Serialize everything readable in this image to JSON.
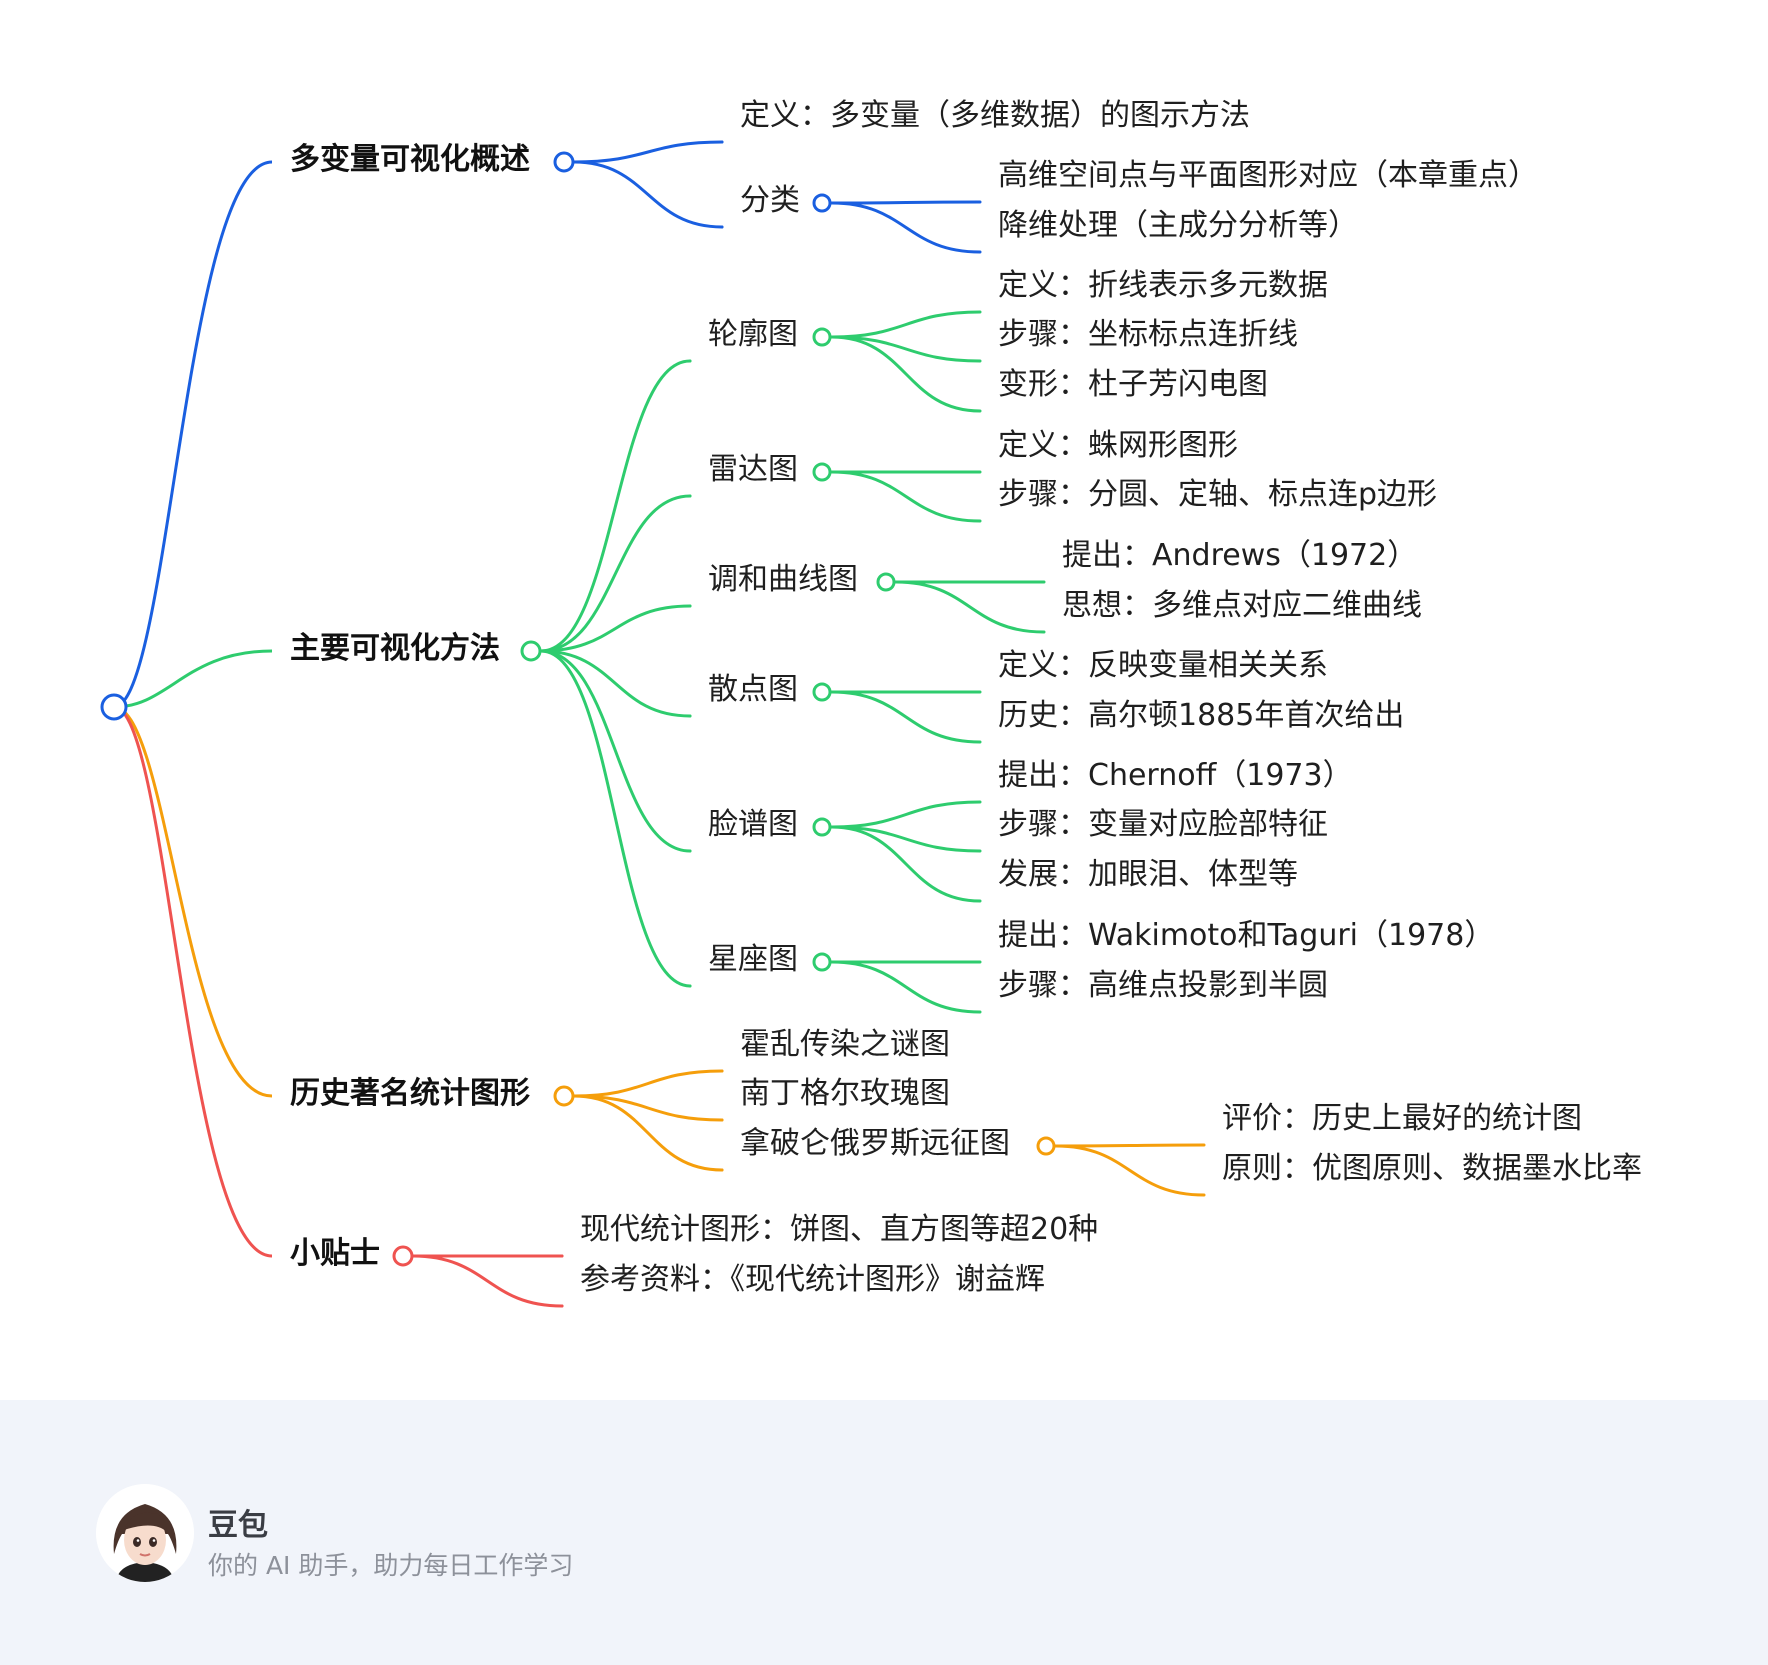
{
  "colors": {
    "blue": "#1a5fe0",
    "green": "#2ecc6e",
    "orange": "#f59e0b",
    "red": "#ef5350"
  },
  "mindmap": {
    "branches": [
      {
        "label": "多变量可视化概述",
        "color": "blue",
        "children": [
          {
            "label": "定义：多变量（多维数据）的图示方法"
          },
          {
            "label": "分类",
            "children": [
              {
                "label": "高维空间点与平面图形对应（本章重点）"
              },
              {
                "label": "降维处理（主成分分析等）"
              }
            ]
          }
        ]
      },
      {
        "label": "主要可视化方法",
        "color": "green",
        "children": [
          {
            "label": "轮廓图",
            "children": [
              {
                "label": "定义：折线表示多元数据"
              },
              {
                "label": "步骤：坐标标点连折线"
              },
              {
                "label": "变形：杜子芳闪电图"
              }
            ]
          },
          {
            "label": "雷达图",
            "children": [
              {
                "label": "定义：蛛网形图形"
              },
              {
                "label": "步骤：分圆、定轴、标点连p边形"
              }
            ]
          },
          {
            "label": "调和曲线图",
            "children": [
              {
                "label": "提出：Andrews（1972）"
              },
              {
                "label": "思想：多维点对应二维曲线"
              }
            ]
          },
          {
            "label": "散点图",
            "children": [
              {
                "label": "定义：反映变量相关关系"
              },
              {
                "label": "历史：高尔顿1885年首次给出"
              }
            ]
          },
          {
            "label": "脸谱图",
            "children": [
              {
                "label": "提出：Chernoff（1973）"
              },
              {
                "label": "步骤：变量对应脸部特征"
              },
              {
                "label": "发展：加眼泪、体型等"
              }
            ]
          },
          {
            "label": "星座图",
            "children": [
              {
                "label": "提出：Wakimoto和Taguri（1978）"
              },
              {
                "label": "步骤：高维点投影到半圆"
              }
            ]
          }
        ]
      },
      {
        "label": "历史著名统计图形",
        "color": "orange",
        "children": [
          {
            "label": "霍乱传染之谜图"
          },
          {
            "label": "南丁格尔玫瑰图"
          },
          {
            "label": "拿破仑俄罗斯远征图",
            "children": [
              {
                "label": "评价：历史上最好的统计图"
              },
              {
                "label": "原则：优图原则、数据墨水比率"
              }
            ]
          }
        ]
      },
      {
        "label": "小贴士",
        "color": "red",
        "children": [
          {
            "label": "现代统计图形：饼图、直方图等超20种"
          },
          {
            "label": "参考资料：《现代统计图形》谢益辉"
          }
        ]
      }
    ]
  },
  "footer": {
    "name": "豆包",
    "tagline": "你的 AI 助手，助力每日工作学习"
  }
}
